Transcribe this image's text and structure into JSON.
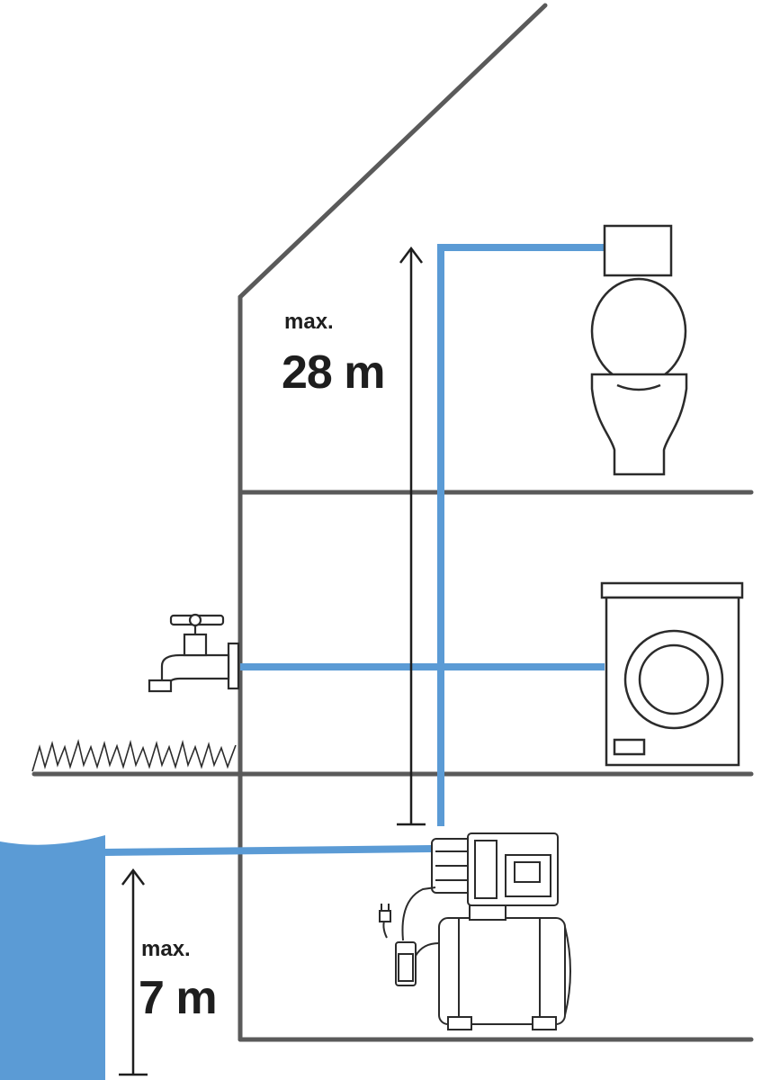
{
  "labels": {
    "lift_max": "max.",
    "lift_value": "28 m",
    "suction_max": "max.",
    "suction_value": "7 m"
  },
  "colors": {
    "structure": "#5a5a5a",
    "pipe": "#5b9bd5",
    "water": "#5b9bd5",
    "fixture_stroke": "#2b2b2b",
    "arrow": "#1e1e1e"
  },
  "icons": [
    "house-outline",
    "toilet-icon",
    "washing-machine-icon",
    "garden-tap-icon",
    "grass-icon",
    "pump-icon",
    "water-well-icon"
  ]
}
